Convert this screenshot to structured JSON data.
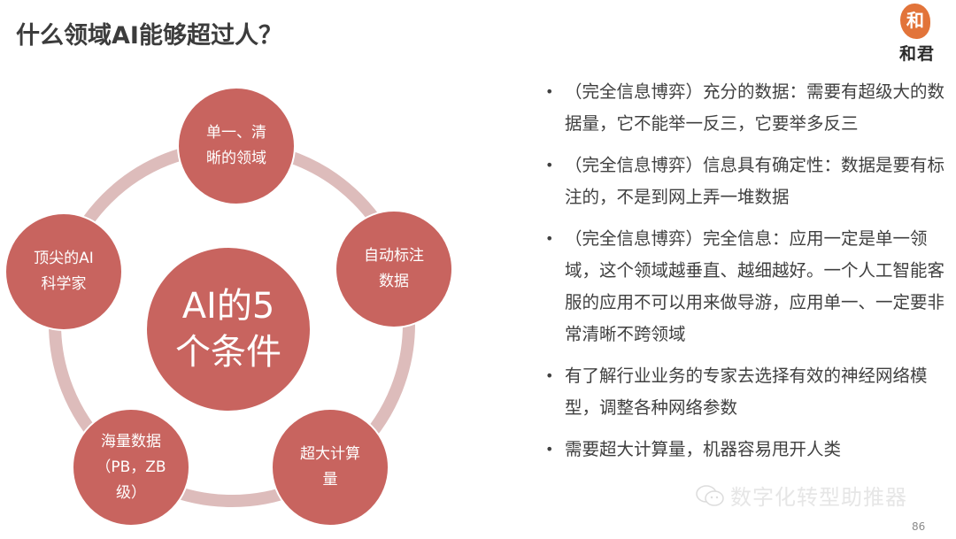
{
  "slide": {
    "title": "什么领域AI能够超过人？",
    "page_number": "86"
  },
  "logo": {
    "seal_char": "和",
    "brand_text": "和君"
  },
  "diagram": {
    "center": {
      "line1": "AI的5",
      "line2": "个条件"
    },
    "nodes": [
      {
        "line1": "单一、清",
        "line2": "晰的领域",
        "line3": ""
      },
      {
        "line1": "自动标注",
        "line2": "数据",
        "line3": ""
      },
      {
        "line1": "超大计算",
        "line2": "量",
        "line3": ""
      },
      {
        "line1": "海量数据",
        "line2": "（PB，ZB",
        "line3": "级）"
      },
      {
        "line1": "顶尖的AI",
        "line2": "科学家",
        "line3": ""
      }
    ],
    "colors": {
      "circle": "#c8645f",
      "ring": "#ddbcbb"
    }
  },
  "bullets": [
    {
      "marker": "•",
      "text": "（完全信息博弈）充分的数据：需要有超级大的数据量，它不能举一反三，它要举多反三"
    },
    {
      "marker": "•",
      "text": "（完全信息博弈）信息具有确定性：数据是要有标注的，不是到网上弄一堆数据"
    },
    {
      "marker": "•",
      "text": "（完全信息博弈）完全信息：应用一定是单一领域，这个领域越垂直、越细越好。一个人工智能客服的应用不可以用来做导游，应用单一、一定要非常清晰不跨领域"
    },
    {
      "marker": "•",
      "text": "有了解行业业务的专家去选择有效的神经网络模型，调整各种网络参数"
    },
    {
      "marker": "•",
      "text": "需要超大计算量，机器容易甩开人类"
    }
  ],
  "watermark": {
    "text": "数字化转型助推器"
  }
}
